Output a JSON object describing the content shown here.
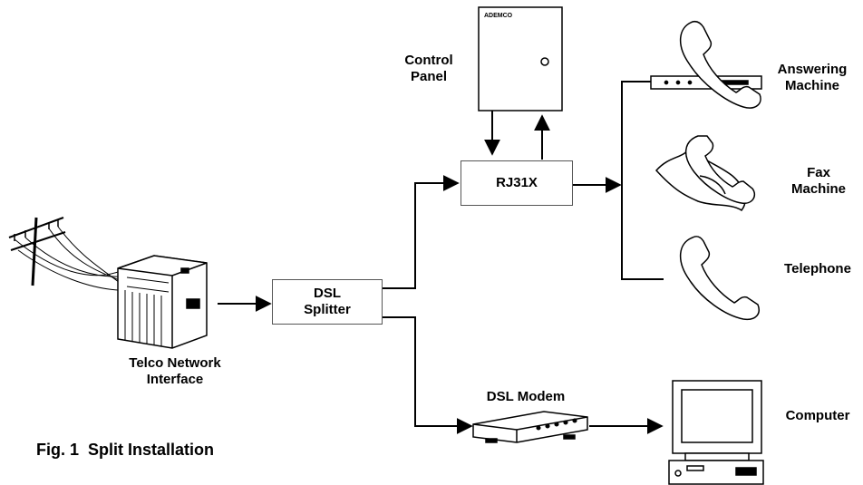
{
  "caption": "Fig. 1  Split Installation",
  "nodes": {
    "telco": "Telco Network\nInterface",
    "splitter": "DSL\nSplitter",
    "rj31x": "RJ31X",
    "control_panel": "Control\nPanel",
    "control_panel_brand": "ADEMCO",
    "answering_machine": "Answering\nMachine",
    "fax_machine": "Fax\nMachine",
    "telephone": "Telephone",
    "dsl_modem": "DSL Modem",
    "computer": "Computer"
  }
}
